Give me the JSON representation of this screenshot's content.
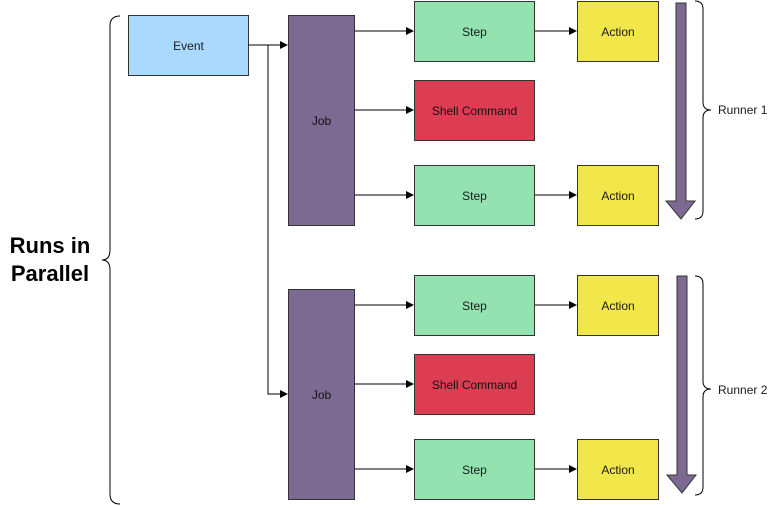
{
  "diagram": {
    "title_left": [
      "Runs in",
      "Parallel"
    ],
    "event": "Event",
    "jobs": [
      {
        "label": "Job",
        "runner": "Runner 1",
        "rows": [
          {
            "step": "Step",
            "action": "Action"
          },
          {
            "shell": "Shell Command"
          },
          {
            "step": "Step",
            "action": "Action"
          }
        ]
      },
      {
        "label": "Job",
        "runner": "Runner 2",
        "rows": [
          {
            "step": "Step",
            "action": "Action"
          },
          {
            "shell": "Shell Command"
          },
          {
            "step": "Step",
            "action": "Action"
          }
        ]
      }
    ],
    "colors": {
      "job": "#7d6a92",
      "event": "#a9d9ff",
      "step": "#94e2b0",
      "shell": "#dd3d52",
      "action": "#f1e64a",
      "runner_arrow": "#7d6a92"
    }
  }
}
